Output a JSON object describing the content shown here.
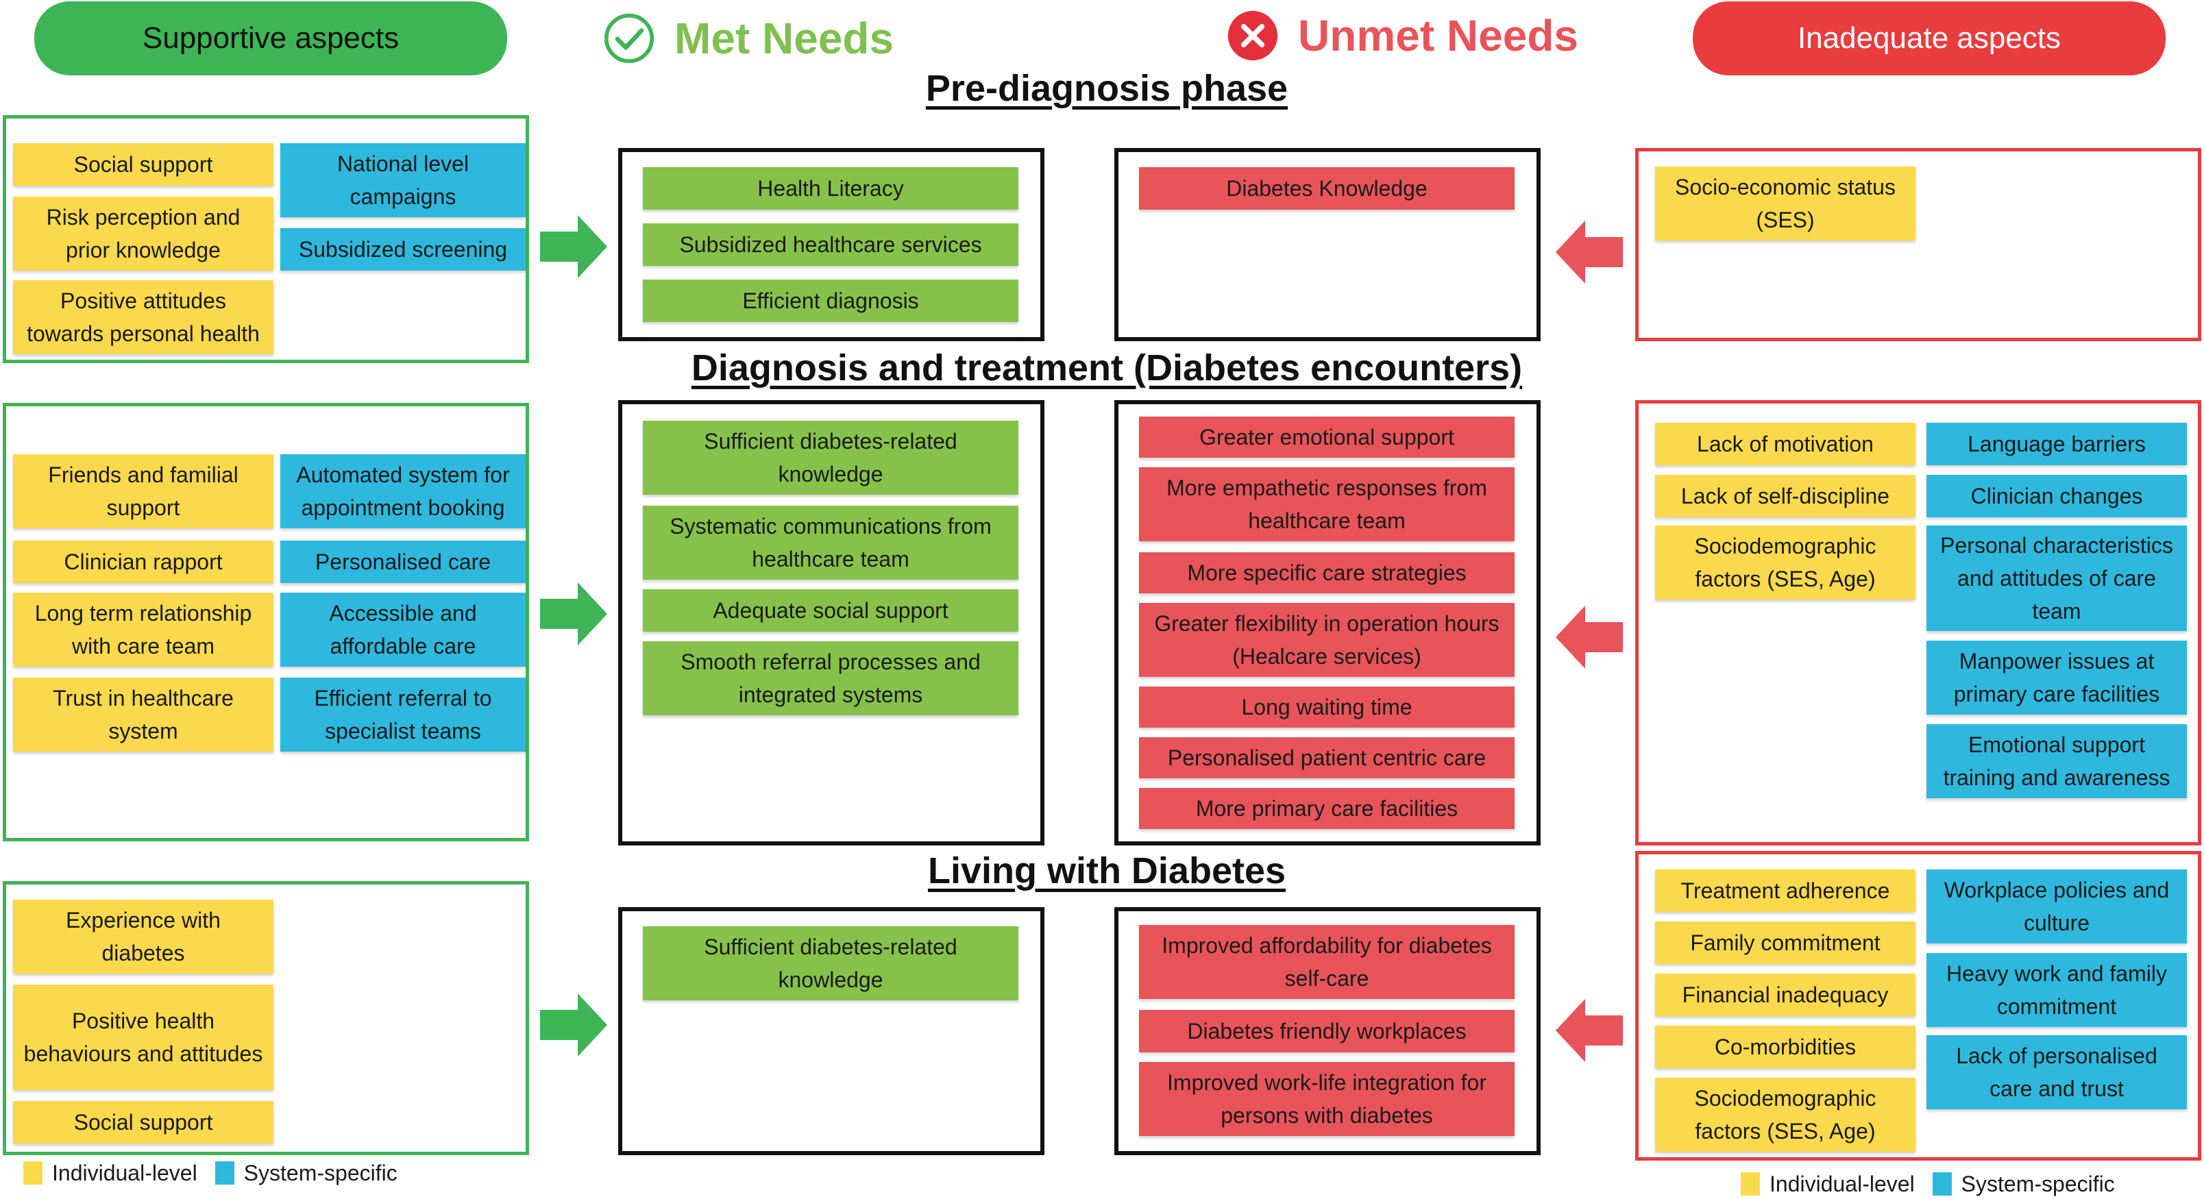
{
  "header": {
    "supportive_label": "Supportive aspects",
    "met_label": "Met Needs",
    "unmet_label": "Unmet Needs",
    "inadequate_label": "Inadequate aspects",
    "met_icon": "check-circle-icon",
    "unmet_icon": "x-circle-icon"
  },
  "phases": {
    "pre": "Pre-diagnosis phase",
    "diag": "Diagnosis and treatment (Diabetes encounters)",
    "living": "Living with Diabetes"
  },
  "colors": {
    "green": "#3fb457",
    "red": "#e83c3f",
    "individual": "#fbd94d",
    "system": "#2fb8dd",
    "met_card": "#86c24a",
    "unmet_card": "#e8545a"
  },
  "pre": {
    "supportive_individual": [
      "Social support",
      "Risk perception and prior knowledge",
      "Positive attitudes towards personal health"
    ],
    "supportive_system": [
      "National level campaigns",
      "Subsidized screening"
    ],
    "met": [
      "Health Literacy",
      "Subsidized healthcare services",
      "Efficient diagnosis"
    ],
    "unmet": [
      "Diabetes Knowledge"
    ],
    "inadequate_individual": [
      "Socio-economic status (SES)"
    ]
  },
  "diag": {
    "supportive_individual": [
      "Friends and familial support",
      "Clinician rapport",
      "Long term relationship with care team",
      "Trust in healthcare system"
    ],
    "supportive_system": [
      "Automated system for appointment booking",
      "Personalised care",
      "Accessible and affordable care",
      "Efficient referral to specialist teams"
    ],
    "met": [
      "Sufficient diabetes-related knowledge",
      "Systematic communications from healthcare team",
      "Adequate social support",
      "Smooth referral processes and integrated systems"
    ],
    "unmet": [
      "Greater emotional support",
      "More empathetic responses from healthcare team",
      "More specific care strategies",
      "Greater flexibility in operation hours (Healcare services)",
      "Long waiting time",
      "Personalised patient centric care",
      "More primary care facilities"
    ],
    "inadequate_individual": [
      "Lack of motivation",
      "Lack of self-discipline",
      "Sociodemographic factors (SES, Age)"
    ],
    "inadequate_system": [
      "Language barriers",
      "Clinician changes",
      "Personal characteristics and attitudes of care team",
      "Manpower issues at primary care facilities",
      "Emotional support training and awareness"
    ]
  },
  "living": {
    "supportive_individual": [
      "Experience with diabetes",
      "Positive health behaviours and attitudes",
      "Social support"
    ],
    "met": [
      "Sufficient diabetes-related knowledge"
    ],
    "unmet": [
      "Improved affordability for diabetes self-care",
      "Diabetes friendly workplaces",
      "Improved work-life integration for persons with diabetes"
    ],
    "inadequate_individual": [
      "Treatment adherence",
      "Family commitment",
      "Financial inadequacy",
      "Co-morbidities",
      "Sociodemographic factors (SES, Age)"
    ],
    "inadequate_system": [
      "Workplace policies and culture",
      "Heavy work and family commitment",
      "Lack of personalised care and trust"
    ]
  },
  "legend": {
    "individual": "Individual-level",
    "system": "System-specific"
  }
}
